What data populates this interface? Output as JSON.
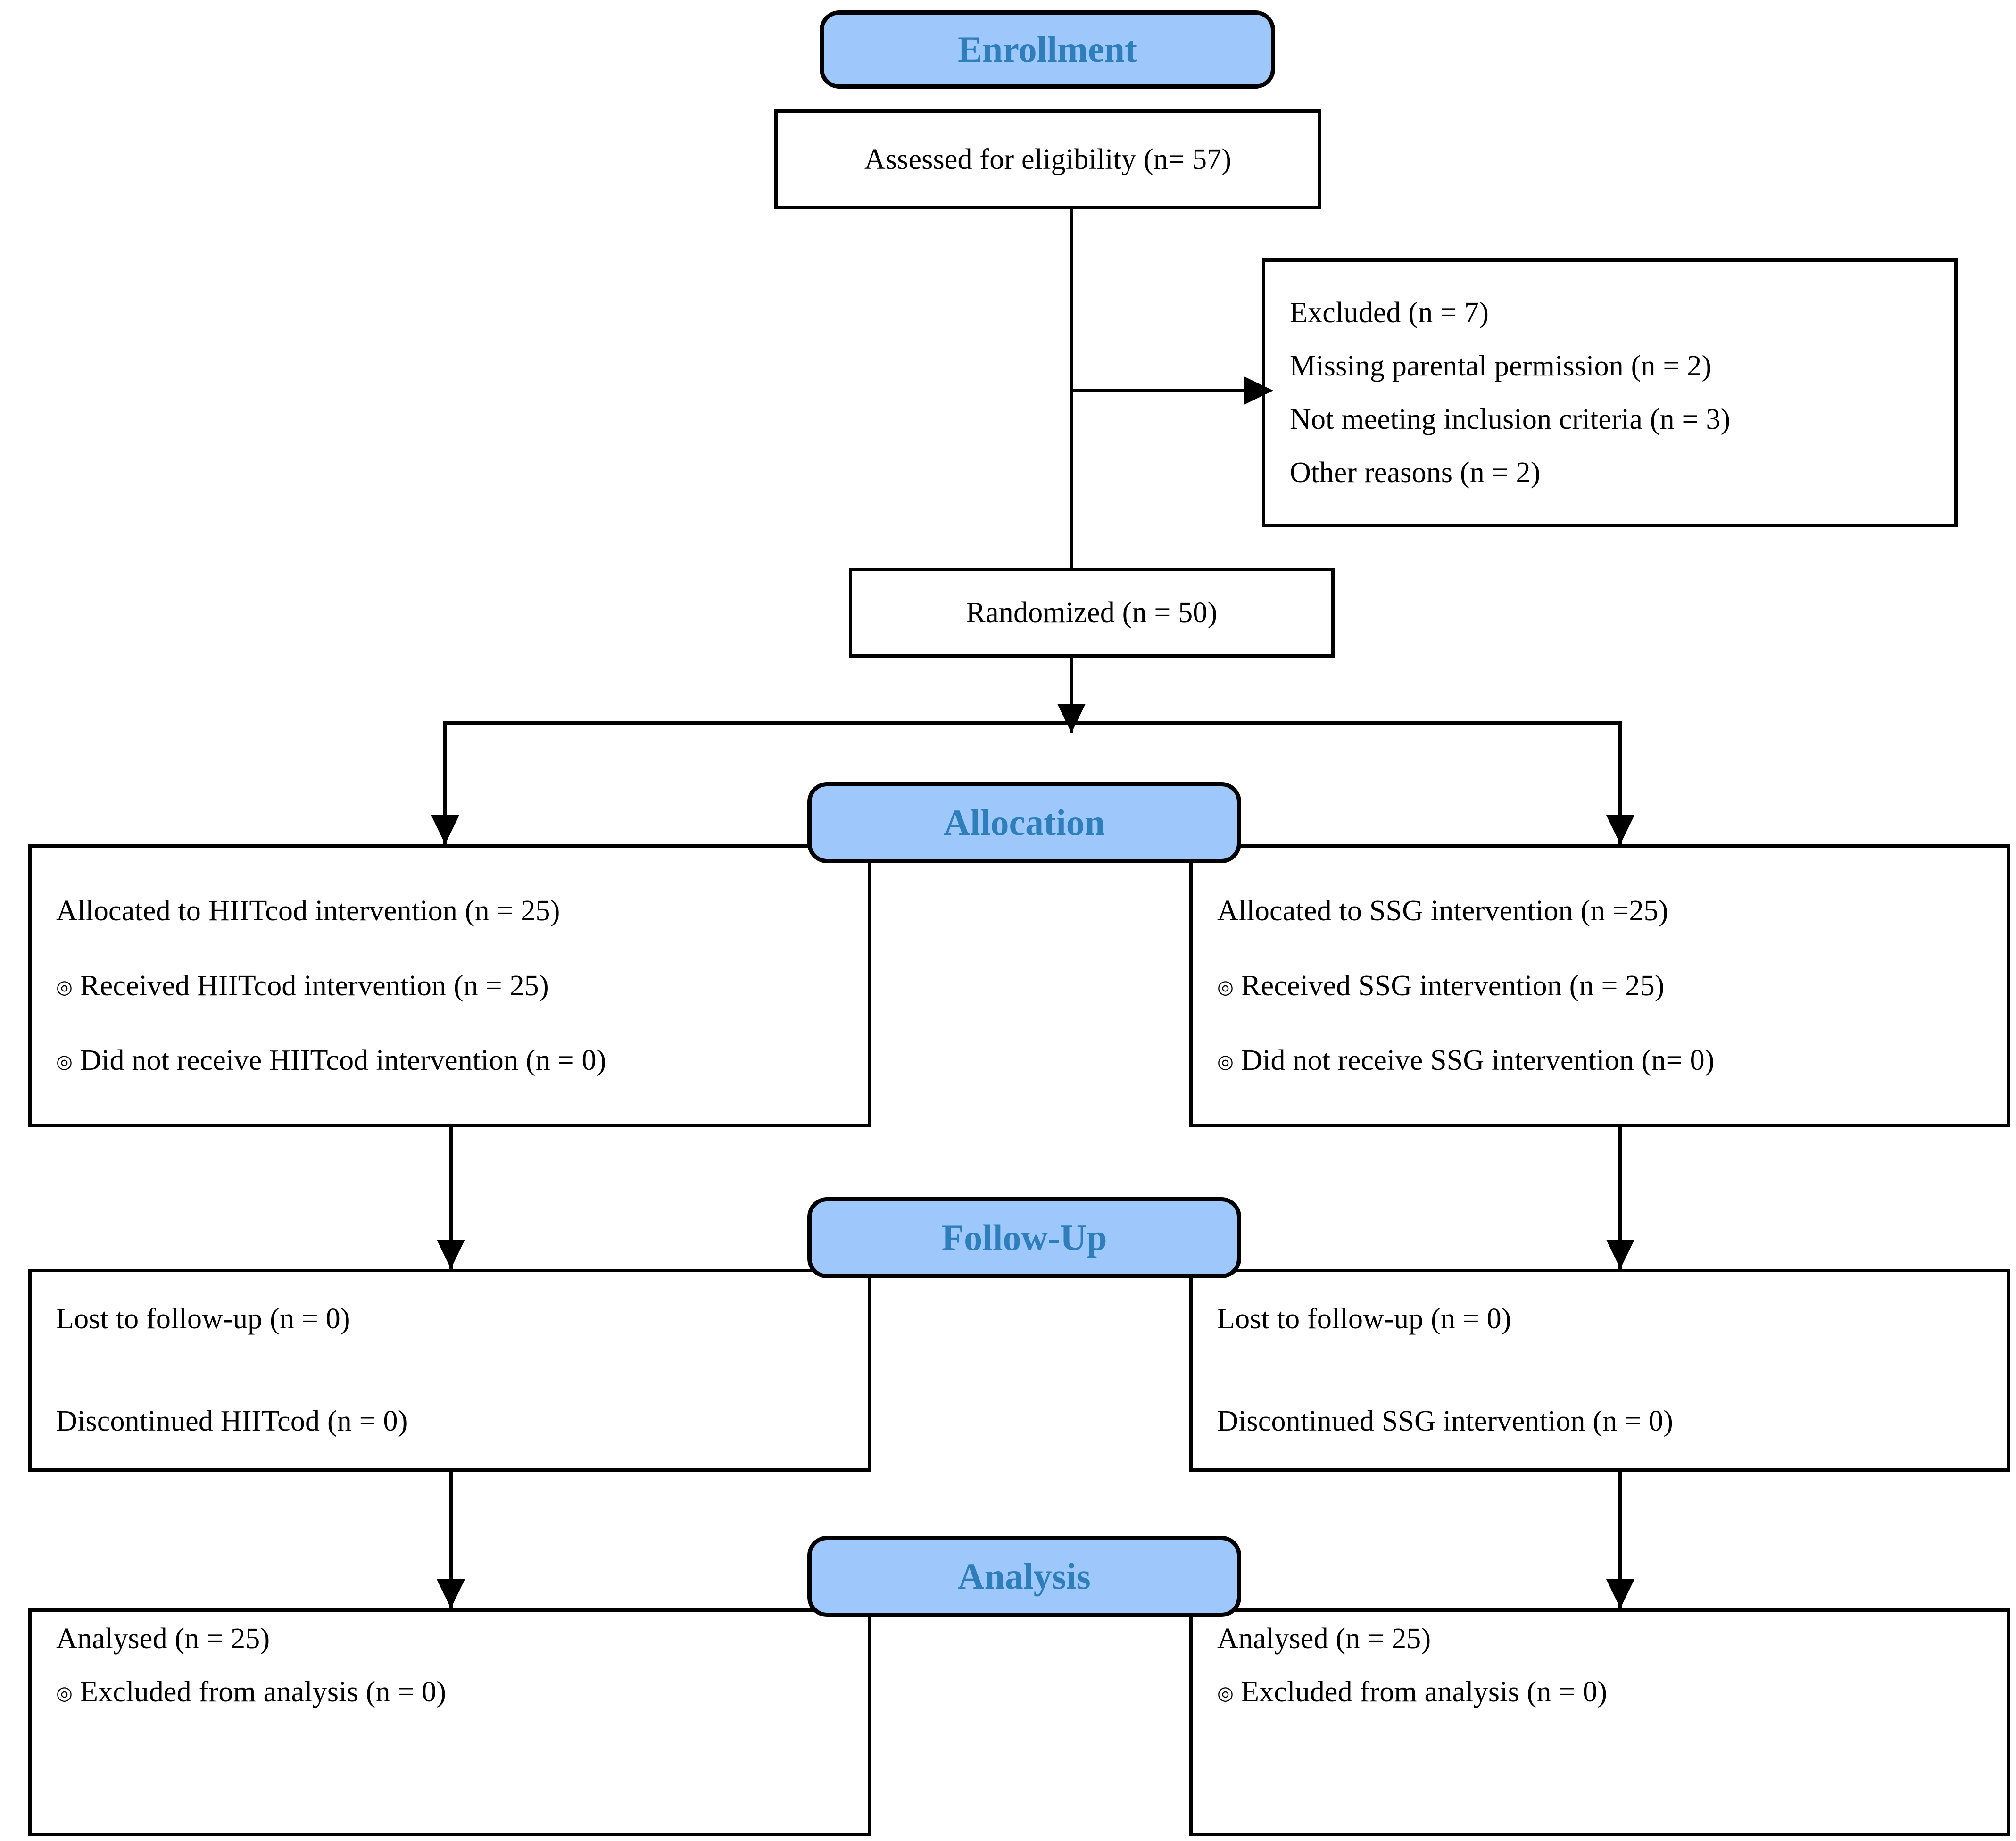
{
  "diagram": {
    "title": "CONSORT participant flow diagram",
    "colors": {
      "stage_pill_fill": "#9EC8FC",
      "stage_pill_text": "#2E7EBB",
      "box_border": "#000000",
      "box_fill": "#FFFFFF",
      "connector": "#000000"
    },
    "bullet_glyph": "◎"
  },
  "stages": {
    "enrollment": "Enrollment",
    "allocation": "Allocation",
    "followup": "Follow-Up",
    "analysis": "Analysis"
  },
  "boxes": {
    "eligibility": {
      "text": "Assessed for eligibility (n= 57)"
    },
    "excluded": {
      "lines": [
        "Excluded (n = 7)",
        "Missing parental permission (n = 2)",
        "Not meeting inclusion criteria (n = 3)",
        " Other reasons (n = 2)"
      ]
    },
    "randomized": {
      "text": "Randomized (n = 50)"
    },
    "allocation_left": {
      "heading": "Allocated to HIITcod intervention (n = 25)",
      "bullets": [
        "Received HIITcod intervention (n = 25)",
        "Did not receive HIITcod intervention (n = 0)"
      ]
    },
    "allocation_right": {
      "heading": "Allocated to SSG intervention (n =25)",
      "bullets": [
        "Received SSG intervention (n = 25)",
        "Did not receive SSG intervention (n= 0)"
      ]
    },
    "followup_left": {
      "lines": [
        "Lost to follow-up (n = 0)",
        "Discontinued HIITcod (n = 0)"
      ]
    },
    "followup_right": {
      "lines": [
        "Lost to follow-up (n = 0)",
        "Discontinued SSG intervention (n = 0)"
      ]
    },
    "analysis_left": {
      "heading": "Analysed (n = 25)",
      "bullets": [
        "Excluded from analysis (n = 0)"
      ]
    },
    "analysis_right": {
      "heading": "Analysed (n = 25)",
      "bullets": [
        "Excluded from analysis (n = 0)"
      ]
    }
  }
}
